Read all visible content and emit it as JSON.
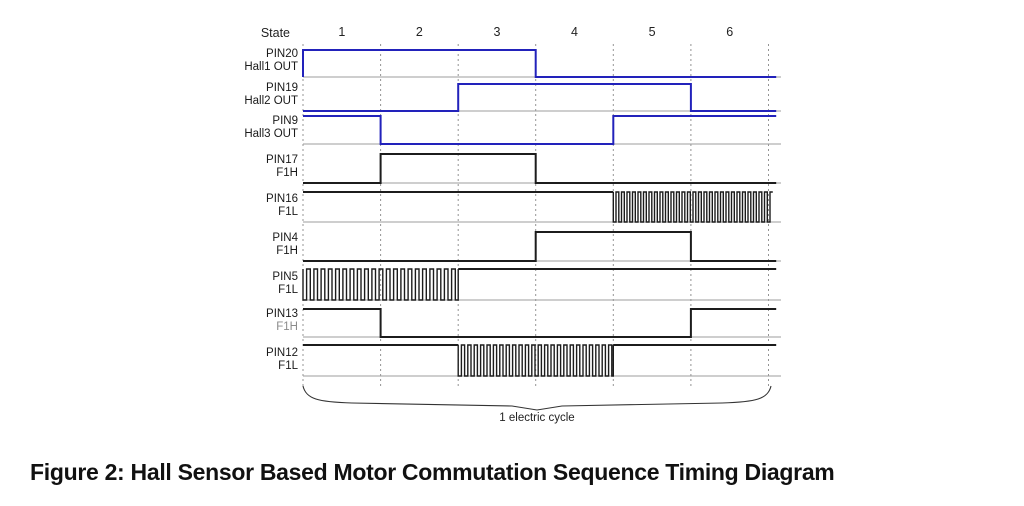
{
  "figure": {
    "state_label": "State",
    "state_numbers": [
      "1",
      "2",
      "3",
      "4",
      "5",
      "6"
    ],
    "cycle_label": "1 electric cycle",
    "caption": "Figure 2: Hall Sensor Based Motor Commutation Sequence Timing Diagram"
  },
  "colors": {
    "hall_signal": "#2222bb",
    "drive_signal": "#1c1c1c",
    "baseline": "#9c9c9c",
    "gridline": "#949494",
    "brace": "#333333",
    "text": "#1a1a1a",
    "muted_label": "#8b8b8b"
  },
  "chart_data": {
    "type": "timing-diagram",
    "x_axis": {
      "label": "State",
      "states": [
        1,
        2,
        3,
        4,
        5,
        6
      ]
    },
    "annotation": "1 electric cycle",
    "signals": [
      {
        "pin": "PIN20",
        "name": "Hall1 OUT",
        "color_role": "hall_signal",
        "lead_edge": true,
        "segments": [
          {
            "from": 0,
            "to": 3,
            "level": "high"
          },
          {
            "from": 3,
            "to": 6.1,
            "level": "low"
          }
        ]
      },
      {
        "pin": "PIN19",
        "name": "Hall2 OUT",
        "color_role": "hall_signal",
        "segments": [
          {
            "from": 0,
            "to": 2,
            "level": "low"
          },
          {
            "from": 2,
            "to": 5,
            "level": "high"
          },
          {
            "from": 5,
            "to": 6.1,
            "level": "low"
          }
        ]
      },
      {
        "pin": "PIN9",
        "name": "Hall3 OUT",
        "color_role": "hall_signal",
        "segments": [
          {
            "from": 0,
            "to": 1,
            "level": "high"
          },
          {
            "from": 1,
            "to": 4,
            "level": "low"
          },
          {
            "from": 4,
            "to": 6.1,
            "level": "high"
          }
        ]
      },
      {
        "pin": "PIN17",
        "name": "F1H",
        "color_role": "drive_signal",
        "segments": [
          {
            "from": 0,
            "to": 1,
            "level": "low"
          },
          {
            "from": 1,
            "to": 3,
            "level": "high"
          },
          {
            "from": 3,
            "to": 6.1,
            "level": "low"
          }
        ]
      },
      {
        "pin": "PIN16",
        "name": "F1L",
        "color_role": "drive_signal",
        "pwm_period": 5.5,
        "segments": [
          {
            "from": 0,
            "to": 4,
            "level": "high"
          },
          {
            "from": 4,
            "to": 6.06,
            "level": "pwm"
          }
        ]
      },
      {
        "pin": "PIN4",
        "name": "F1H",
        "color_role": "drive_signal",
        "segments": [
          {
            "from": 0,
            "to": 3,
            "level": "low"
          },
          {
            "from": 3,
            "to": 5,
            "level": "high"
          },
          {
            "from": 5,
            "to": 6.1,
            "level": "low"
          }
        ]
      },
      {
        "pin": "PIN5",
        "name": "F1L",
        "color_role": "drive_signal",
        "pwm_period": 7.3,
        "segments": [
          {
            "from": 0,
            "to": 2,
            "level": "pwm"
          },
          {
            "from": 2,
            "to": 6.1,
            "level": "high"
          }
        ]
      },
      {
        "pin": "PIN13",
        "name": "F1H",
        "muted_name": true,
        "color_role": "drive_signal",
        "segments": [
          {
            "from": 0,
            "to": 1,
            "level": "high"
          },
          {
            "from": 1,
            "to": 5,
            "level": "low"
          },
          {
            "from": 5,
            "to": 6.1,
            "level": "high"
          }
        ]
      },
      {
        "pin": "PIN12",
        "name": "F1L",
        "color_role": "drive_signal",
        "pwm_period": 6.4,
        "segments": [
          {
            "from": 0,
            "to": 2,
            "level": "high"
          },
          {
            "from": 2,
            "to": 4,
            "level": "pwm"
          },
          {
            "from": 4,
            "to": 6.1,
            "level": "high"
          }
        ]
      }
    ]
  }
}
